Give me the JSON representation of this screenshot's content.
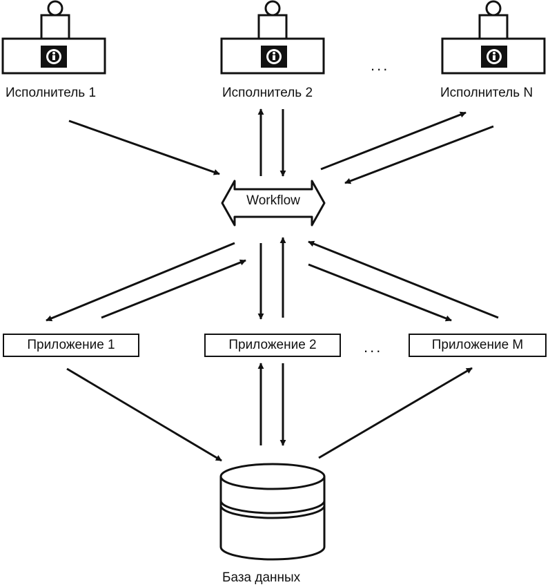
{
  "performers": [
    {
      "label": "Исполнитель 1"
    },
    {
      "label": "Исполнитель 2"
    },
    {
      "label": "Исполнитель N"
    }
  ],
  "performers_ellipsis": "...",
  "hub": {
    "label": "Workflow"
  },
  "applications": [
    {
      "label": "Приложение 1"
    },
    {
      "label": "Приложение 2"
    },
    {
      "label": "Приложение M"
    }
  ],
  "applications_ellipsis": "...",
  "database": {
    "label": "База данных"
  },
  "icons": {
    "person": "person-icon",
    "info": "info-icon",
    "database": "database-icon"
  },
  "colors": {
    "stroke": "#111111",
    "background": "#ffffff"
  }
}
